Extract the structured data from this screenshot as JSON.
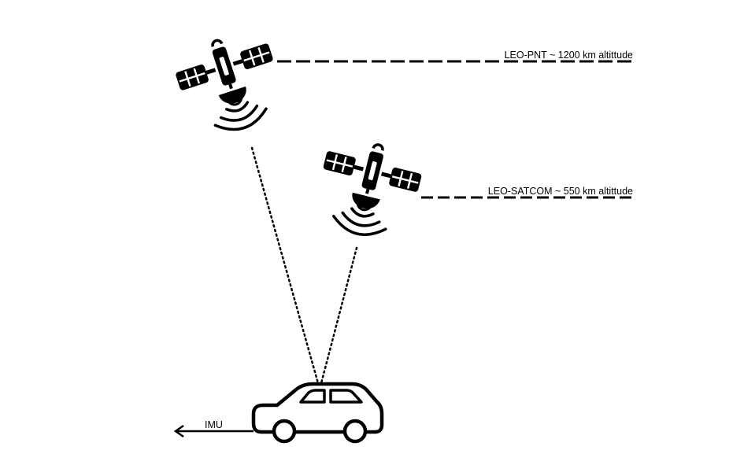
{
  "labels": {
    "leo_pnt": "LEO-PNT ~ 1200 km altittude",
    "leo_satcom": "LEO-SATCOM ~ 550 km altittude",
    "imu": "IMU"
  },
  "icons": {
    "satellite_high": "satellite-icon",
    "satellite_low": "satellite-icon",
    "vehicle": "car-icon",
    "imu_arrow": "arrow-left-icon"
  },
  "colors": {
    "ink": "#000000",
    "background": "#ffffff"
  }
}
